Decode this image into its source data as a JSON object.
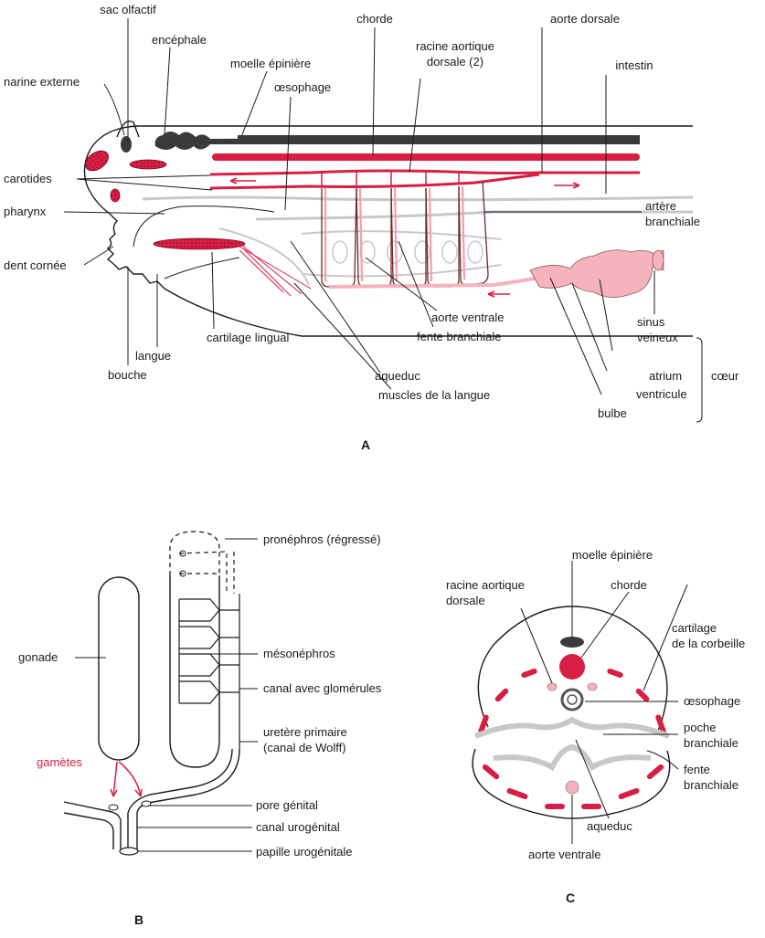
{
  "panel_a": {
    "letter": "A",
    "labels": {
      "sac_olfactif": "sac olfactif",
      "encephale": "encéphale",
      "narine_externe": "narine externe",
      "moelle_epiniere": "moelle épinière",
      "chorde": "chorde",
      "racine_aortique_1": "racine aortique",
      "racine_aortique_2": "dorsale (2)",
      "aorte_dorsale": "aorte dorsale",
      "intestin": "intestin",
      "oesophage": "œsophage",
      "carotides": "carotides",
      "pharynx": "pharynx",
      "artere_branchiale_1": "artère",
      "artere_branchiale_2": "branchiale",
      "dent_cornee": "dent cornée",
      "cartilage_lingual": "cartilage lingual",
      "langue": "langue",
      "bouche": "bouche",
      "aorte_ventrale": "aorte ventrale",
      "fente_branchiale": "fente branchiale",
      "aqueduc": "aqueduc",
      "muscles_langue": "muscles de la langue",
      "sinus_veineux_1": "sinus",
      "sinus_veineux_2": "veineux",
      "atrium": "atrium",
      "ventricule": "ventricule",
      "bulbe": "bulbe",
      "coeur": "cœur"
    }
  },
  "panel_b": {
    "letter": "B",
    "labels": {
      "pronephros": "pronéphros (régressé)",
      "gonade": "gonade",
      "mesonephros": "mésonéphros",
      "canal_glomerules": "canal avec glomérules",
      "uretere_1": "uretère primaire",
      "uretere_2": "(canal de Wolff)",
      "gametes": "gamètes",
      "pore_genital": "pore génital",
      "canal_urogenital": "canal urogénital",
      "papille_urogenitale": "papille urogénitale"
    }
  },
  "panel_c": {
    "letter": "C",
    "labels": {
      "moelle_epiniere": "moelle épinière",
      "racine_aortique_1": "racine aortique",
      "racine_aortique_2": "dorsale",
      "chorde": "chorde",
      "cartilage_1": "cartilage",
      "cartilage_2": "de la corbeille",
      "oesophage": "œsophage",
      "poche_1": "poche",
      "poche_2": "branchiale",
      "fente_1": "fente",
      "fente_2": "branchiale",
      "aqueduc": "aqueduc",
      "aorte_ventrale": "aorte ventrale"
    }
  },
  "colors": {
    "red": "#d81e43",
    "pink": "#f5b3bd",
    "dark": "#3a3a3a",
    "grey": "#c8c8c8"
  }
}
